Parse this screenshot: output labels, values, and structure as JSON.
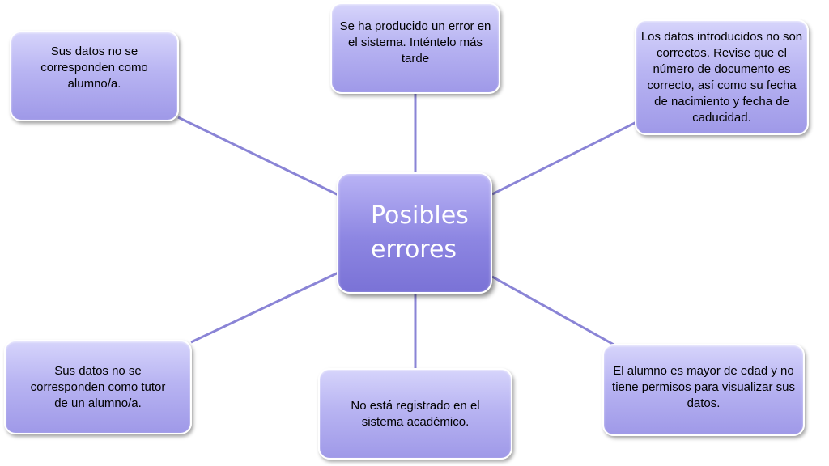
{
  "center": {
    "label": "Posibles errores"
  },
  "nodes": {
    "top": "Se ha producido un error en el sistema. Inténtelo más tarde",
    "top_left": "Sus datos no se corresponden como alumno/a.",
    "top_right": "Los datos introducidos no son correctos. Revise que el número de documento es correcto, así como su fecha de nacimiento y fecha de caducidad.",
    "bottom_left": "Sus datos no se corresponden como tutor de un alumno/a.",
    "bottom": "No está registrado en el sistema académico.",
    "bottom_right": "El alumno es mayor de edad y no tiene permisos para visualizar sus datos."
  },
  "colors": {
    "connector": "#8a84d6",
    "node_fill": "#b8b4f2",
    "center_fill": "#8d86e2"
  }
}
